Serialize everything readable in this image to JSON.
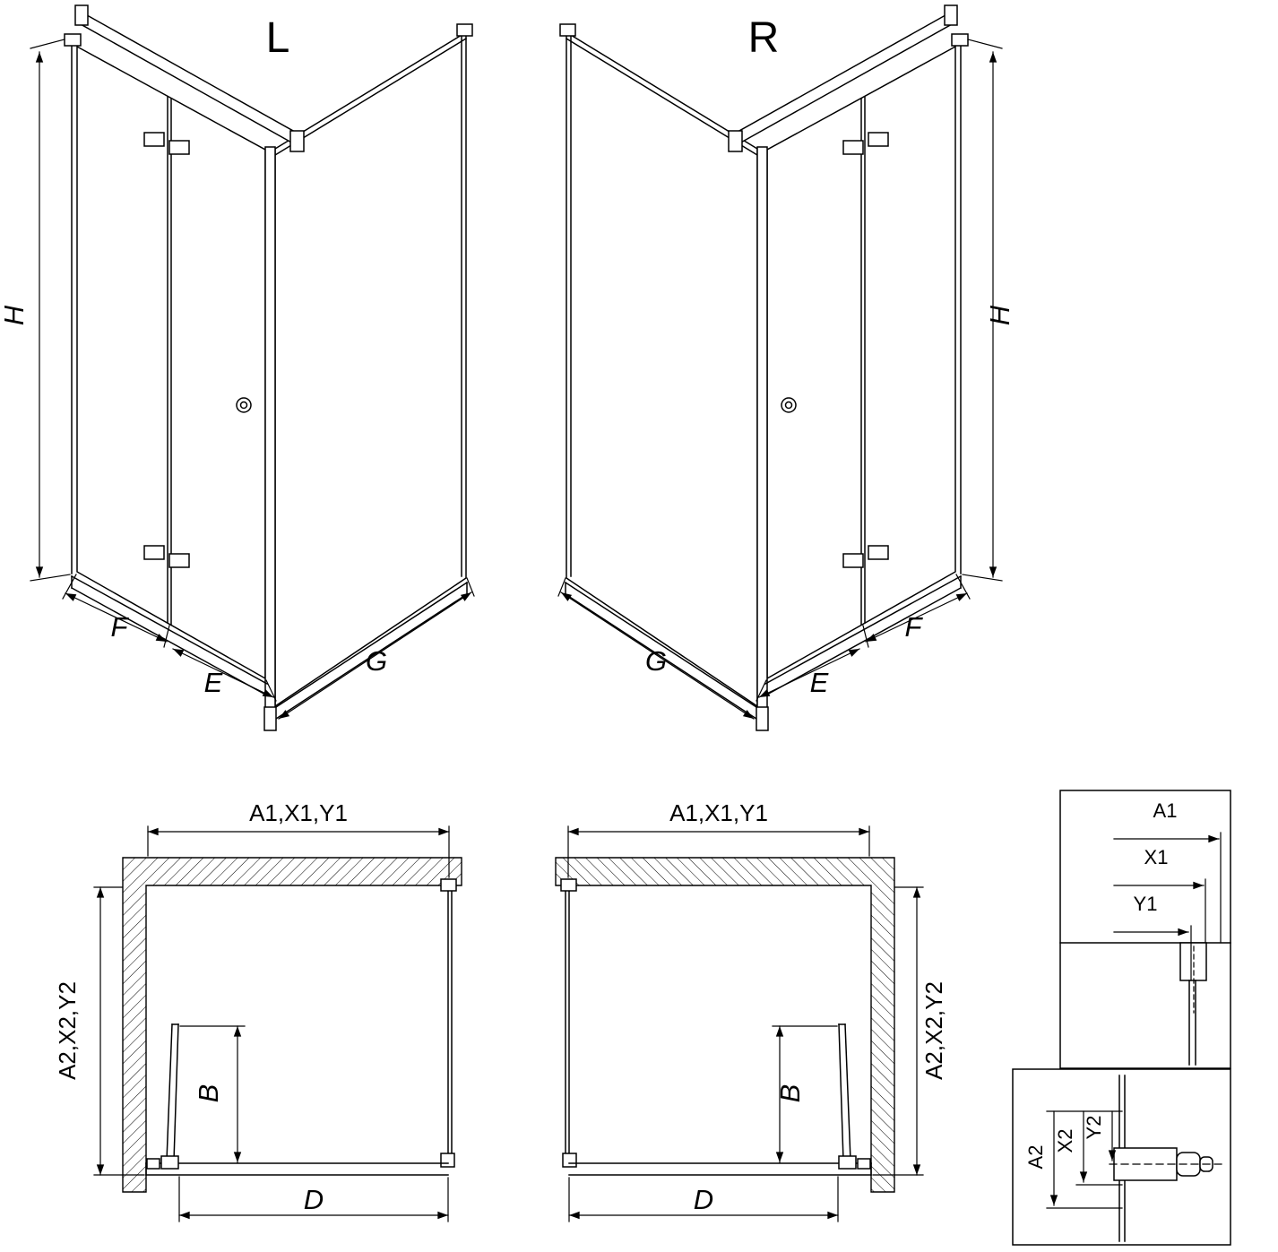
{
  "views": {
    "perspective_left": {
      "label": "L",
      "dims": {
        "height": "H",
        "door_panel": "F",
        "door_inner": "E",
        "side_panel": "G"
      }
    },
    "perspective_right": {
      "label": "R",
      "dims": {
        "height": "H",
        "door_panel": "F",
        "door_inner": "E",
        "side_panel": "G"
      }
    },
    "plan_left": {
      "dims": {
        "width_top": "A1,X1,Y1",
        "depth_side": "A2,X2,Y2",
        "door_projection": "B",
        "front_width": "D"
      }
    },
    "plan_right": {
      "dims": {
        "width_top": "A1,X1,Y1",
        "depth_side": "A2,X2,Y2",
        "door_projection": "B",
        "front_width": "D"
      }
    },
    "detail_width": {
      "dims": {
        "a1": "A1",
        "x1": "X1",
        "y1": "Y1"
      }
    },
    "detail_depth": {
      "dims": {
        "a2": "A2",
        "x2": "X2",
        "y2": "Y2"
      }
    }
  },
  "colors": {
    "line": "#000000",
    "background": "#ffffff"
  }
}
